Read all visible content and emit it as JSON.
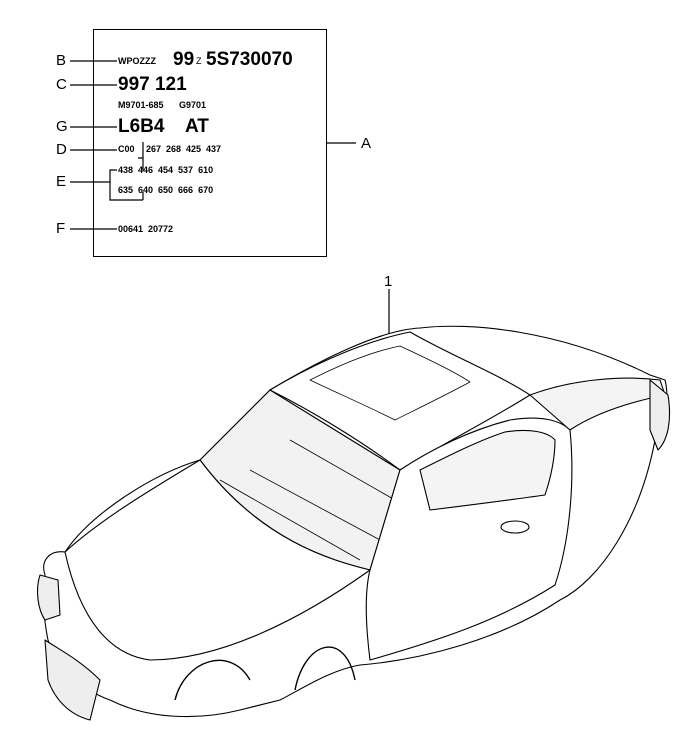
{
  "callouts": {
    "A": "A",
    "B": "B",
    "C": "C",
    "D": "D",
    "E": "E",
    "F": "F",
    "G": "G",
    "part": "1"
  },
  "label": {
    "prefix": "WPOZZZ",
    "model_year": "99",
    "z": "Z",
    "serial": "5S730070",
    "type": "997 121",
    "engine_codes": "M9701-685",
    "gearbox_code": "G9701",
    "paint": "L6B4",
    "transmission": "AT",
    "options_prefix": "C00",
    "options_row1": "267  268  425  437",
    "options_row2": "438  446  454  537  610",
    "options_row3": "635  640  650  666  670",
    "data_code": "00641  20772"
  }
}
